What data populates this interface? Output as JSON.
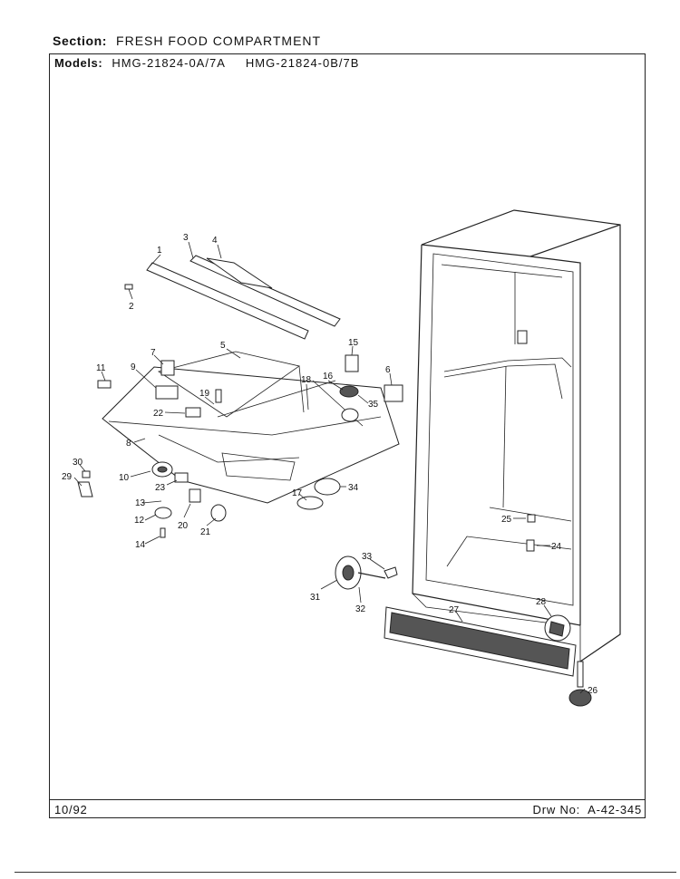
{
  "header": {
    "section_label": "Section:",
    "section_value": "FRESH FOOD COMPARTMENT",
    "models_label": "Models:",
    "models": [
      "HMG-21824-0A/7A",
      "HMG-21824-0B/7B"
    ]
  },
  "footer": {
    "date": "10/92",
    "drawing_label": "Drw No:",
    "drawing_number": "A-42-345"
  },
  "callouts": [
    "1",
    "2",
    "3",
    "4",
    "5",
    "6",
    "7",
    "8",
    "9",
    "10",
    "11",
    "12",
    "13",
    "14",
    "15",
    "16",
    "17",
    "18",
    "19",
    "20",
    "21",
    "22",
    "23",
    "24",
    "25",
    "26",
    "27",
    "28",
    "29",
    "30",
    "31",
    "32",
    "33",
    "34",
    "35"
  ]
}
